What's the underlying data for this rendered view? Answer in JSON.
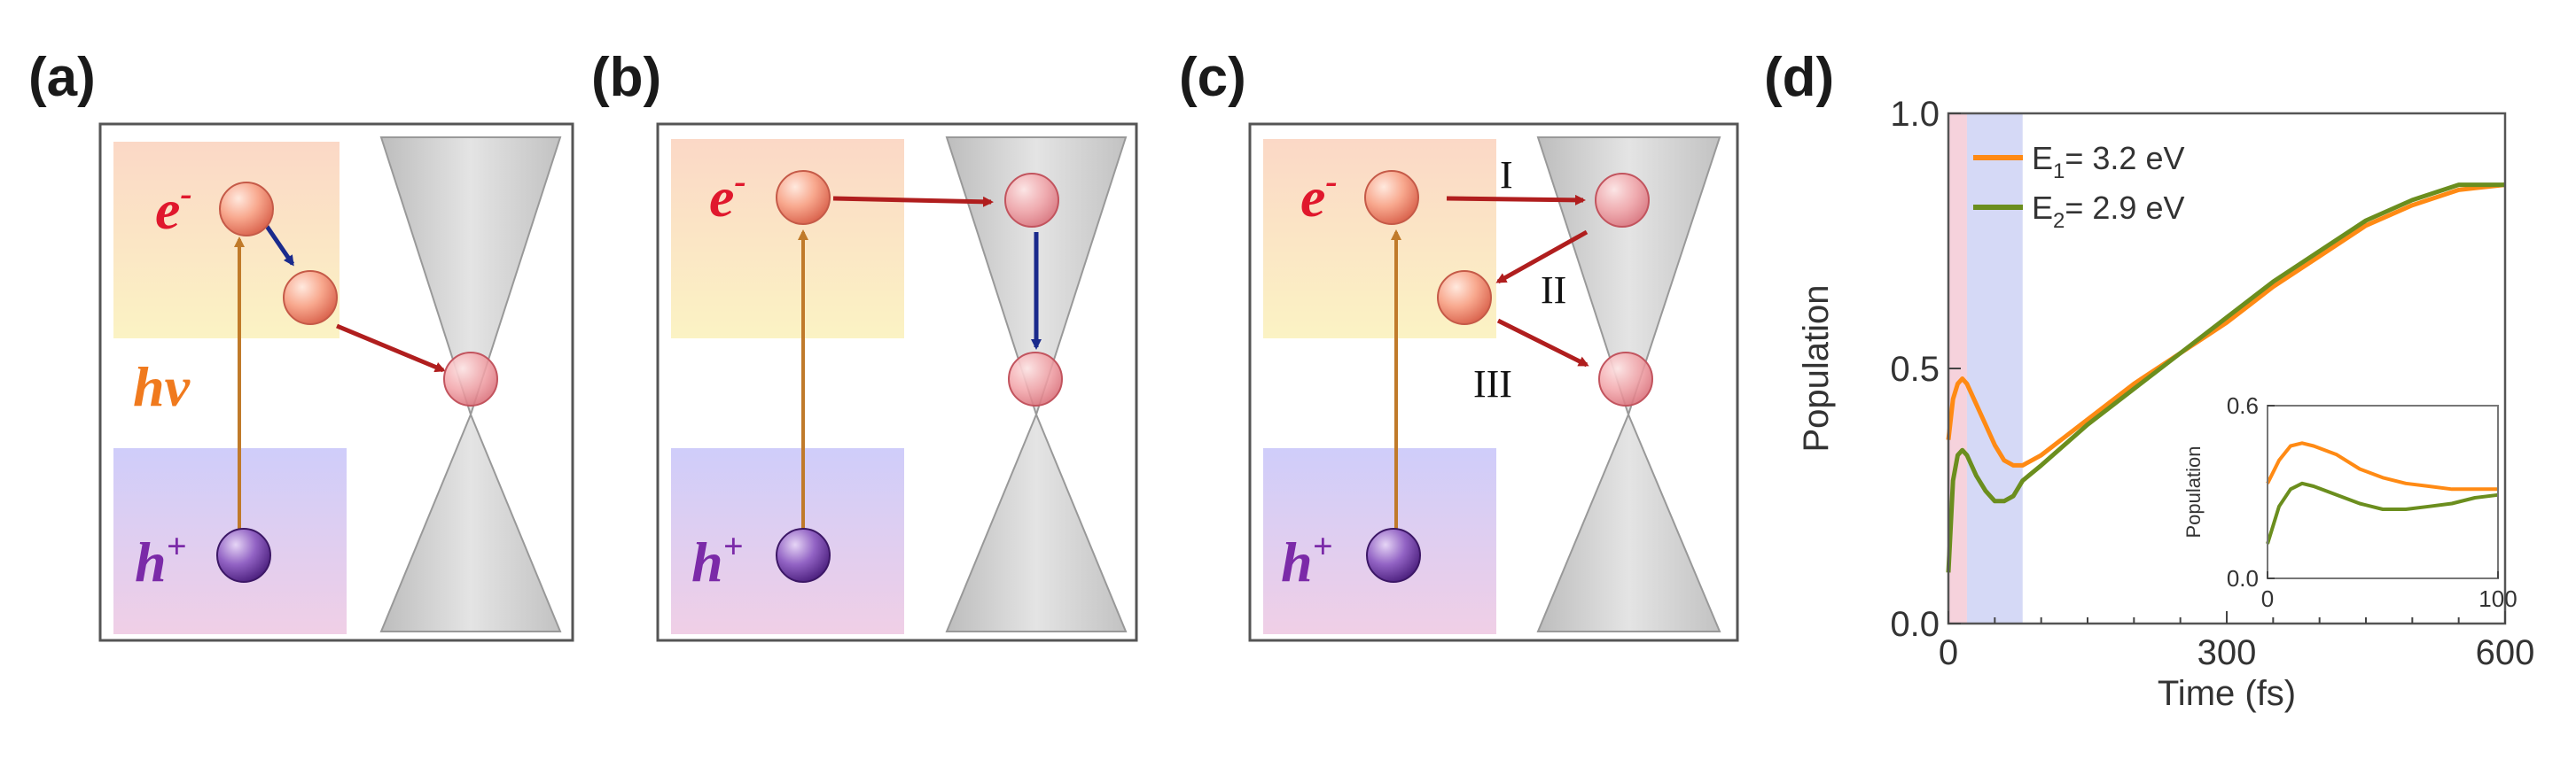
{
  "panels": [
    {
      "label": "(a)",
      "electron": "e",
      "electron_sup": "-",
      "photon": "hv",
      "hole": "h",
      "hole_sup": "+"
    },
    {
      "label": "(b)",
      "electron": "e",
      "electron_sup": "-",
      "hole": "h",
      "hole_sup": "+"
    },
    {
      "label": "(c)",
      "electron": "e",
      "electron_sup": "-",
      "hole": "h",
      "hole_sup": "+",
      "steps": [
        "I",
        "II",
        "III"
      ]
    }
  ],
  "colors": {
    "electron_label": "#e0182d",
    "photon_label": "#f07a1e",
    "hole_label": "#7b2aa8",
    "e_region": "#fbdfc0",
    "h_region": "#d8cff5",
    "cone": "#d4d4d4",
    "red_arrow": "#b01e1e",
    "blue_arrow": "#1a2a8c",
    "excitation_arrow": "#c07a2a",
    "series1": "#ff8a14",
    "series2": "#6b8e1e",
    "shade_pink": "#f6d2dc",
    "shade_blue": "#d5d9f6"
  },
  "chart_panel_label": "(d)",
  "chart_data": [
    {
      "type": "line",
      "xlabel": "Time (fs)",
      "ylabel": "Population",
      "xlim": [
        0,
        600
      ],
      "ylim": [
        0.0,
        1.0
      ],
      "xticks": [
        0,
        300,
        600
      ],
      "yticks": [
        0.0,
        0.5,
        1.0
      ],
      "ytick_labels": [
        "0.0",
        "0.5",
        "1.0"
      ],
      "shaded_regions": [
        {
          "x": [
            0,
            20
          ],
          "color": "pink"
        },
        {
          "x": [
            20,
            80
          ],
          "color": "blue"
        }
      ],
      "legend_position": "top-left",
      "series": [
        {
          "name": "E1= 3.2 eV",
          "name_base": "E",
          "name_sub": "1",
          "name_rest": "= 3.2 eV",
          "x": [
            0,
            5,
            10,
            15,
            20,
            30,
            40,
            50,
            60,
            70,
            80,
            100,
            150,
            200,
            250,
            300,
            350,
            400,
            450,
            500,
            550,
            600
          ],
          "y": [
            0.36,
            0.44,
            0.47,
            0.48,
            0.47,
            0.43,
            0.39,
            0.35,
            0.32,
            0.31,
            0.31,
            0.33,
            0.4,
            0.47,
            0.53,
            0.59,
            0.66,
            0.72,
            0.78,
            0.82,
            0.85,
            0.86
          ]
        },
        {
          "name": "E2= 2.9 eV",
          "name_base": "E",
          "name_sub": "2",
          "name_rest": "= 2.9 eV",
          "x": [
            0,
            5,
            10,
            15,
            20,
            30,
            40,
            50,
            60,
            70,
            80,
            100,
            150,
            200,
            250,
            300,
            350,
            400,
            450,
            500,
            550,
            600
          ],
          "y": [
            0.1,
            0.28,
            0.33,
            0.34,
            0.33,
            0.29,
            0.26,
            0.24,
            0.24,
            0.25,
            0.28,
            0.31,
            0.39,
            0.46,
            0.53,
            0.6,
            0.67,
            0.73,
            0.79,
            0.83,
            0.86,
            0.86
          ]
        }
      ]
    },
    {
      "type": "line",
      "inset": true,
      "ylabel": "Population",
      "xlim": [
        0,
        100
      ],
      "ylim": [
        0.0,
        0.6
      ],
      "xticks": [
        0,
        100
      ],
      "yticks": [
        0.0,
        0.6
      ],
      "ytick_labels": [
        "0.0",
        "0.6"
      ],
      "series": [
        {
          "x": [
            0,
            5,
            10,
            15,
            20,
            30,
            40,
            50,
            60,
            70,
            80,
            90,
            100
          ],
          "y": [
            0.33,
            0.41,
            0.46,
            0.47,
            0.46,
            0.43,
            0.38,
            0.35,
            0.33,
            0.32,
            0.31,
            0.31,
            0.31
          ]
        },
        {
          "x": [
            0,
            5,
            10,
            15,
            20,
            30,
            40,
            50,
            60,
            70,
            80,
            90,
            100
          ],
          "y": [
            0.12,
            0.25,
            0.31,
            0.33,
            0.32,
            0.29,
            0.26,
            0.24,
            0.24,
            0.25,
            0.26,
            0.28,
            0.29
          ]
        }
      ]
    }
  ]
}
